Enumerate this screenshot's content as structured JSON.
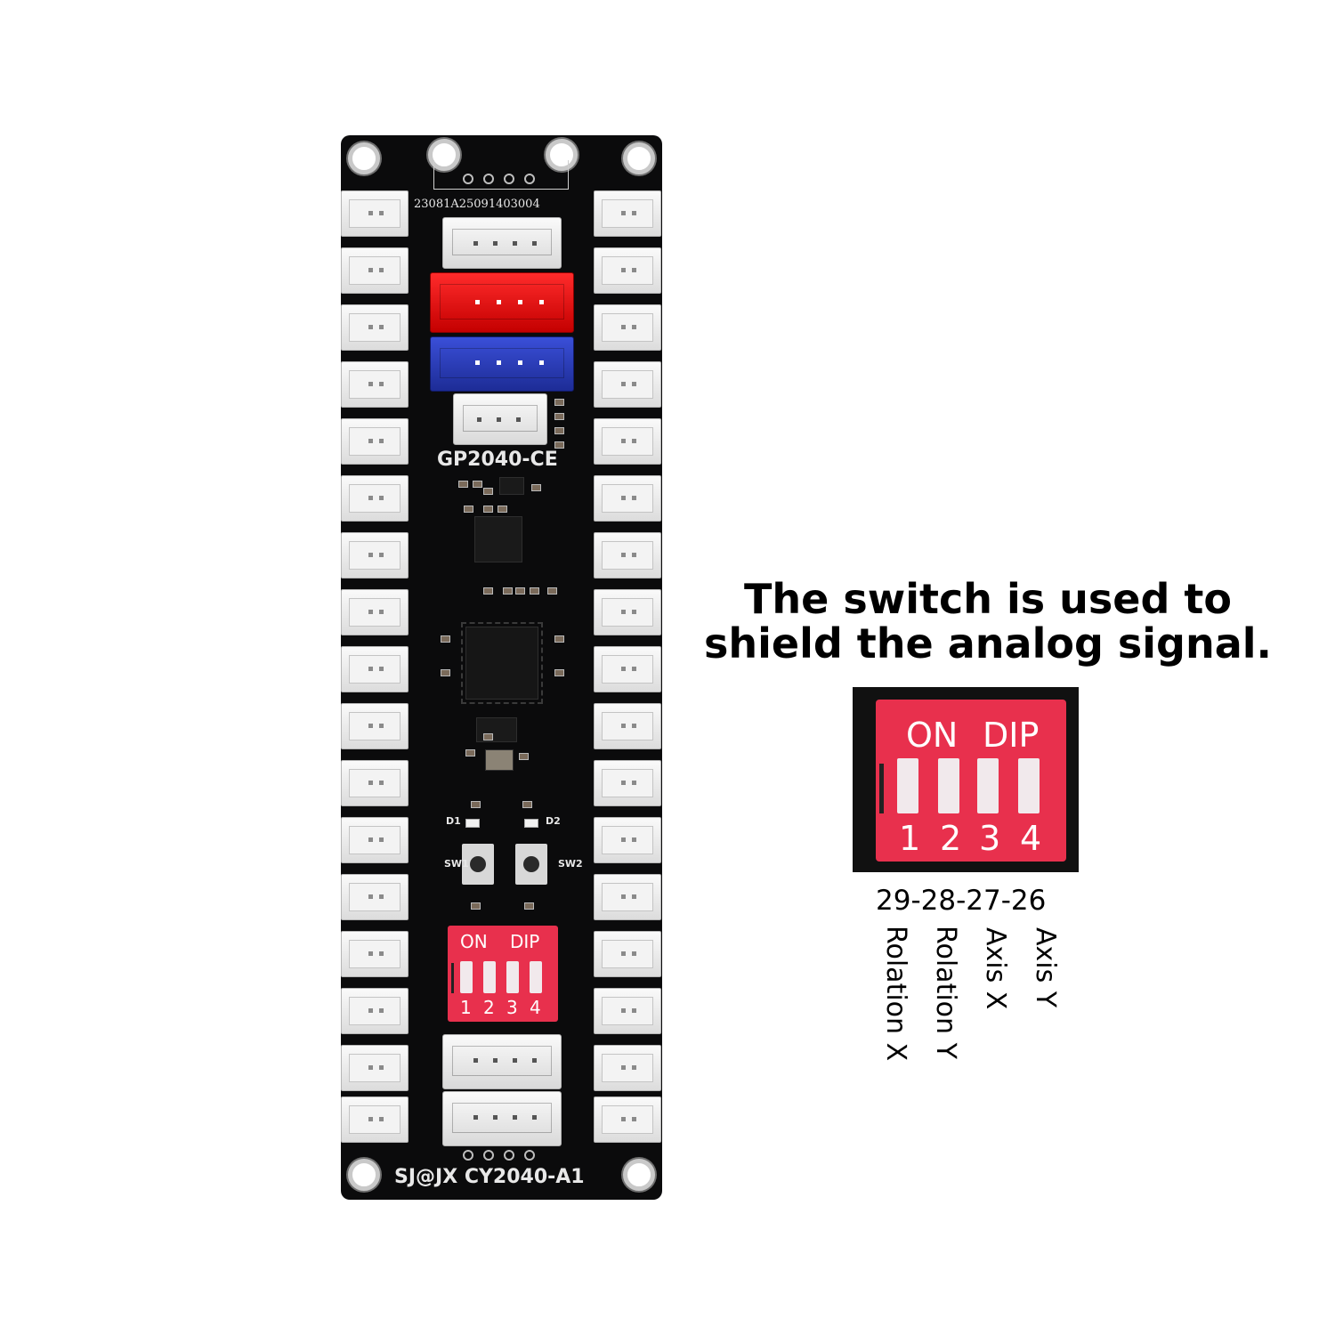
{
  "board": {
    "serial": "23081A25091403004",
    "chip_label": "GP2040-CE",
    "bottom_label": "SJ@JX CY2040-A1",
    "d1": "D1",
    "d2": "D2",
    "sw1": "SW1",
    "sw2": "SW2",
    "dip": {
      "on": "ON",
      "dip": "DIP",
      "n1": "1",
      "n2": "2",
      "n3": "3",
      "n4": "4"
    }
  },
  "annotation": {
    "line1": "The switch is used to",
    "line2": "shield the analog signal.",
    "dip": {
      "on": "ON",
      "dip": "DIP",
      "n1": "1",
      "n2": "2",
      "n3": "3",
      "n4": "4"
    },
    "pins": "29-28-27-26",
    "labels": [
      "Rolation X",
      "Rolation Y",
      "Axis X",
      "Axis Y"
    ]
  },
  "colors": {
    "pcb": "#0b0b0c",
    "dip_red": "#e8304d",
    "header_red": "#e01010",
    "header_blue": "#2a3bbf"
  }
}
